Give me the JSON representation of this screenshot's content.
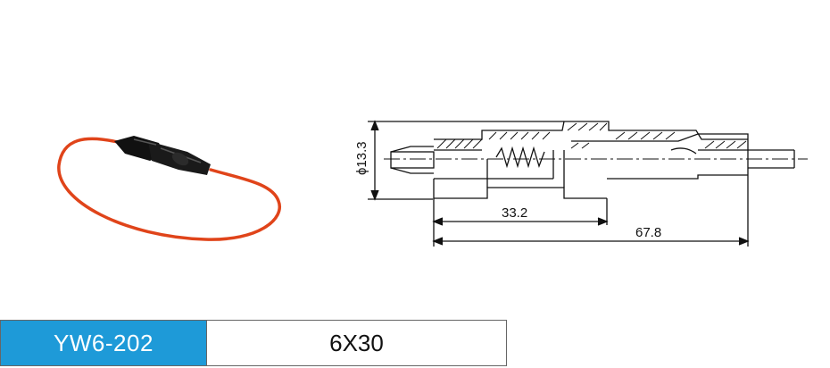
{
  "diagram": {
    "diameter_label": "ϕ13.3",
    "dim_inner_length": "33.2",
    "dim_total_length": "67.8"
  },
  "caption": {
    "model": "YW6-202",
    "spec": "6X30"
  },
  "colors": {
    "wire": "#e0441a",
    "holder_body": "#111111",
    "model_cell_bg": "#1e9ad8",
    "line": "#111111"
  }
}
